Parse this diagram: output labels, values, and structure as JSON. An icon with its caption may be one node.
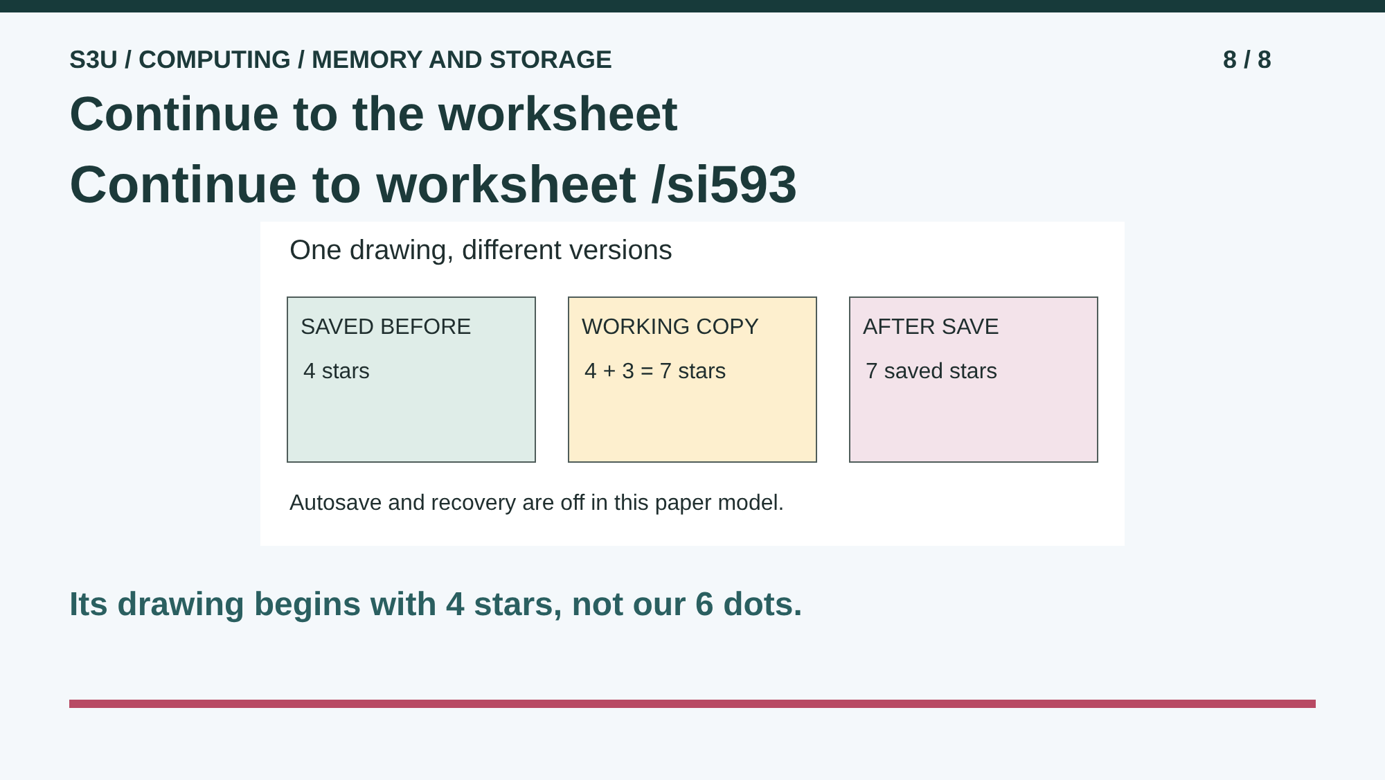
{
  "diagram": {
    "title": "Continue to the worksheet",
    "nodes": [
      {
        "text": [
          "One drawing, different versions",
          "Autosave and recovery are off in this paper model."
        ]
      },
      {
        "text": [
          "SAVED BEFORE",
          "4 stars"
        ],
        "in": 0
      },
      {
        "text": [
          "WORKING COPY",
          "4 + 3 = 7 stars"
        ],
        "in": 0
      },
      {
        "text": [
          "AFTER SAVE",
          "7 saved stars"
        ],
        "in": 0
      }
    ],
    "labels": [
      "S3U / COMPUTING / MEMORY AND STORAGE",
      "8 / 8",
      "Continue to worksheet /si593",
      "Its drawing begins with 4 stars, not our 6 dots."
    ]
  }
}
